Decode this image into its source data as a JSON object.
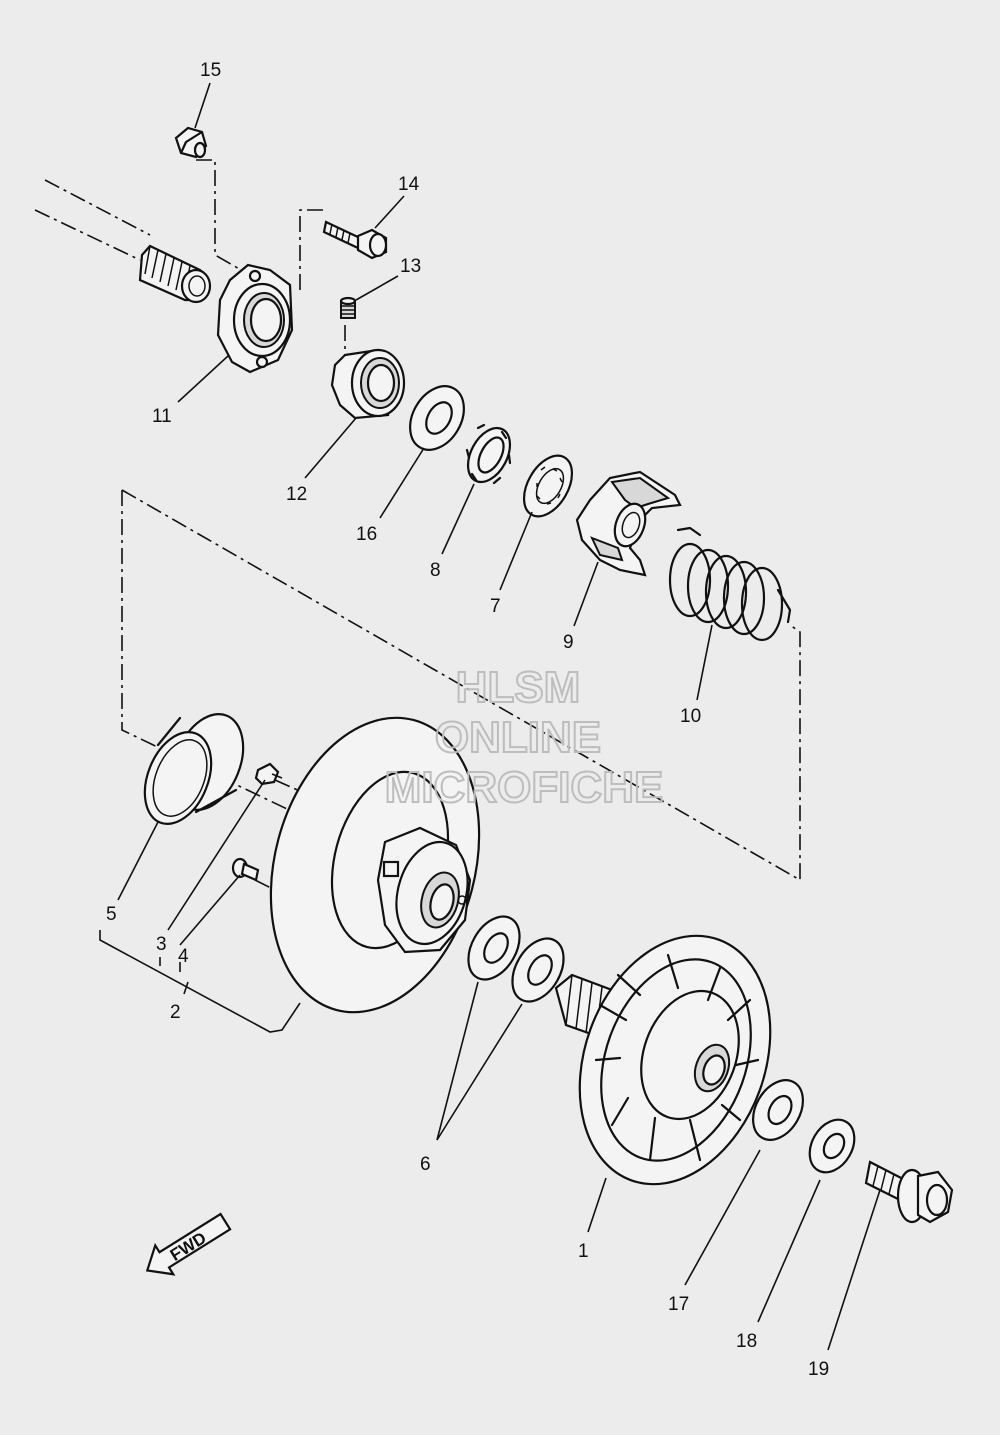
{
  "watermark": {
    "line1": "HLSM",
    "line2": "ONLINE",
    "line3": "MICROFICHE"
  },
  "direction_marker": {
    "label": "FWD",
    "icon": "fwd-arrow-icon"
  },
  "callouts": [
    "1",
    "2",
    "3",
    "4",
    "5",
    "6",
    "7",
    "8",
    "9",
    "10",
    "11",
    "12",
    "13",
    "14",
    "15",
    "16",
    "17",
    "18",
    "19"
  ]
}
